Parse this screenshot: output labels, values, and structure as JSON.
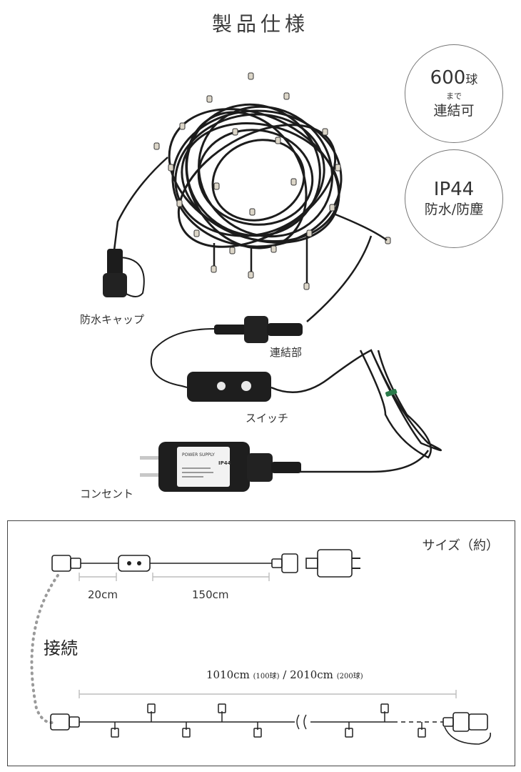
{
  "page": {
    "title": "製品仕様"
  },
  "badges": [
    {
      "big": "600",
      "big_unit": "球",
      "small": "まで",
      "sub": "連結可"
    },
    {
      "big": "IP44",
      "sub": "防水/防塵"
    }
  ],
  "captions": {
    "waterproof_cap": "防水キャップ",
    "connector": "連結部",
    "switch": "スイッチ",
    "outlet": "コンセント"
  },
  "adapter_label": {
    "brand": "POWER SUPPLY",
    "ip": "IP44"
  },
  "size_section": {
    "label": "サイズ（約）",
    "dim_short": "20cm",
    "dim_long": "150cm",
    "connect": "接続",
    "length_main_a": "1010cm",
    "length_small_a": "(100球)",
    "sep": "/",
    "length_main_b": "2010cm",
    "length_small_b": "(200球)"
  },
  "colors": {
    "cable": "#1c1c1c",
    "bulb": "#dcd6c8",
    "tie": "#2a7a4a",
    "dim_line": "#bdbdbd"
  }
}
